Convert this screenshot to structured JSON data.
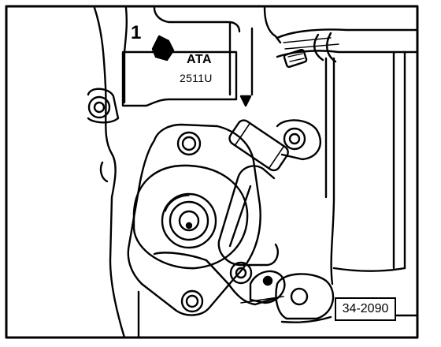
{
  "callout": {
    "number": "1"
  },
  "stamp": {
    "line1": "ATA",
    "line2": "2511U"
  },
  "figure": {
    "number": "34-2090"
  },
  "colors": {
    "ink": "#000000",
    "paper": "#ffffff"
  }
}
